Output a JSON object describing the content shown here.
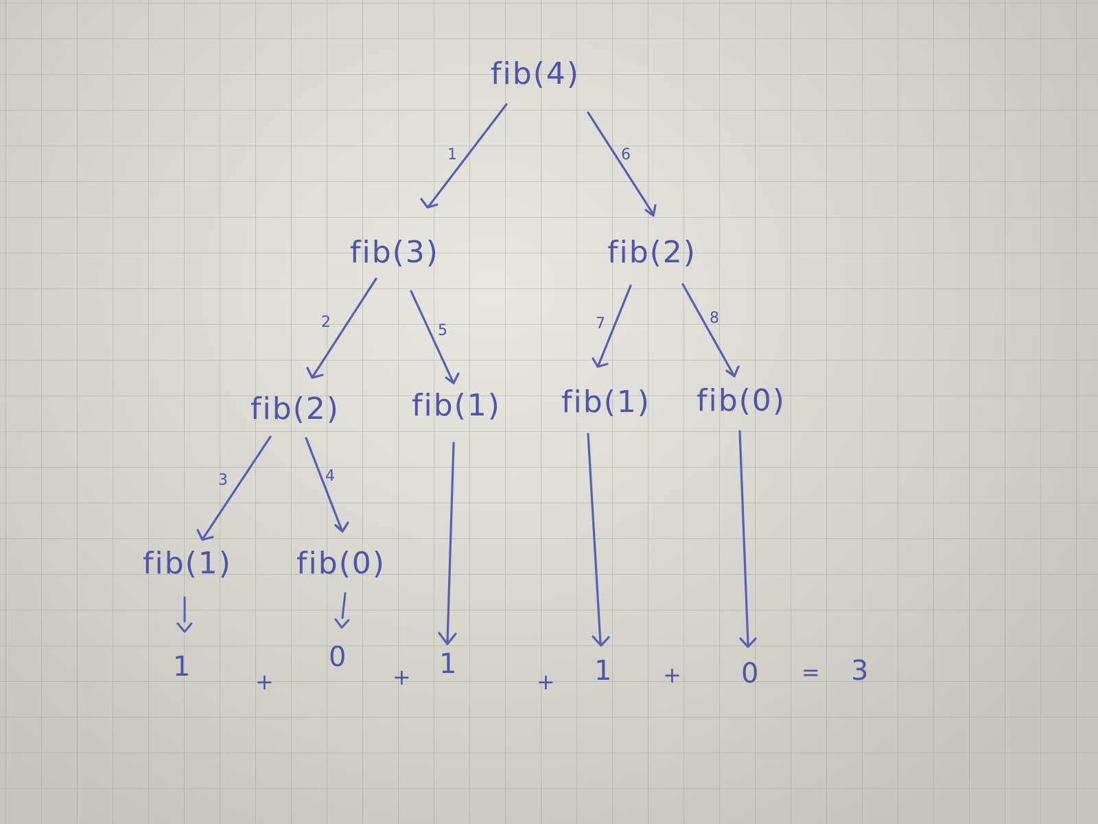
{
  "nodes": {
    "fib4": "fib(4)",
    "fib3": "fib(3)",
    "fib2_right": "fib(2)",
    "fib2_left": "fib(2)",
    "fib1_mid_a": "fib(1)",
    "fib1_mid_b": "fib(1)",
    "fib0_right": "fib(0)",
    "fib1_leaf": "fib(1)",
    "fib0_leaf": "fib(0)"
  },
  "edges": {
    "e1": "1",
    "e2": "2",
    "e3": "3",
    "e4": "4",
    "e5": "5",
    "e6": "6",
    "e7": "7",
    "e8": "8"
  },
  "results": {
    "r1": "1",
    "r2": "0",
    "r3": "1",
    "r4": "1",
    "r5": "0"
  },
  "operators": {
    "plus1": "+",
    "plus2": "+",
    "plus3": "+",
    "plus4": "+",
    "equals": "="
  },
  "total": "3",
  "colors": {
    "ink": "#5a5fb2",
    "paper": "#dddbd3",
    "grid": "#969696"
  }
}
